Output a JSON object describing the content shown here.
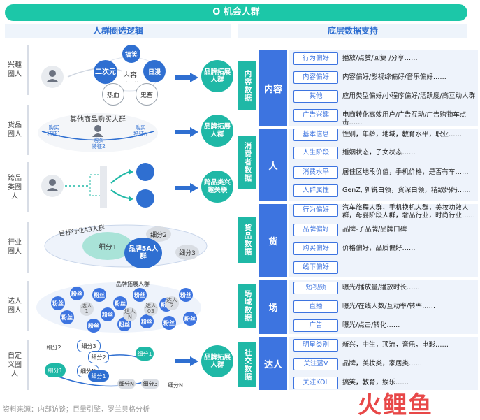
{
  "title": "O 机会人群",
  "left_header": "人群圈选逻辑",
  "right_header": "底层数据支持",
  "rows": [
    {
      "label": "兴趣圈人",
      "result": "品牌拓展人群"
    },
    {
      "label": "货品圈人",
      "result": "品牌拓展人群"
    },
    {
      "label": "跨品类圈人",
      "result": "跨品类兴趣关联"
    },
    {
      "label": "行业圈人"
    },
    {
      "label": "达人圈人"
    },
    {
      "label": "自定义圈人",
      "result": "品牌拓展人群"
    }
  ],
  "interest": {
    "bubbles": [
      "二次元",
      "搞笑",
      "日漫",
      "热血",
      "鬼畜"
    ],
    "center": "内容",
    "dots": "……"
  },
  "goods": {
    "caption": "其他商品购买人群",
    "features": [
      "购买特征1",
      "购买特征2",
      "购买特征n"
    ]
  },
  "industry": {
    "label": "目标行业A3人群",
    "seg1": "细分1",
    "seg2": "细分2",
    "seg3": "细分3",
    "core": "品牌5A人群"
  },
  "kol": {
    "caption": "品牌拓展人群",
    "fan": "粉丝",
    "kols": [
      "达人1",
      "达人N",
      "达人03",
      "达人2"
    ]
  },
  "custom": {
    "segments": [
      "细分2",
      "细分3",
      "细分1",
      "细分N",
      "细分1",
      "细分2",
      "细分1",
      "细分N",
      "细分3",
      "细分N"
    ]
  },
  "categories": [
    {
      "name": "内容数据",
      "key": "内容",
      "items": [
        {
          "tag": "行为偏好",
          "desc": "播放/点赞/回复 /分享……"
        },
        {
          "tag": "内容偏好",
          "desc": "内容偏好/影视综偏好/音乐偏好……"
        },
        {
          "tag": "其他",
          "desc": "应用类型偏好/小程序偏好/活跃度/高互动人群"
        },
        {
          "tag": "广告兴趣",
          "desc": "电商转化高效用户/广告互动/广告购物车点击……"
        }
      ]
    },
    {
      "name": "消费者数据",
      "key": "人",
      "items": [
        {
          "tag": "基本信息",
          "desc": "性别，年龄，地域，教育水平，职业……"
        },
        {
          "tag": "人生阶段",
          "desc": "婚姻状态，子女状态……"
        },
        {
          "tag": "消费水平",
          "desc": "居住区地段价值，手机价格，是否有车……"
        },
        {
          "tag": "人群属性",
          "desc": "GenZ, 新锐白领，资深白领，精致妈妈……"
        }
      ]
    },
    {
      "name": "货品数据",
      "key": "货",
      "items": [
        {
          "tag": "行为偏好",
          "desc": "汽车旅程人群，手机换机人群，美妆功效人群，母婴阶段人群，奢品行业，时尚行业……"
        },
        {
          "tag": "品牌偏好",
          "desc": "品牌-子品牌/品牌口碑"
        },
        {
          "tag": "购买偏好",
          "desc": "价格偏好，品质偏好……"
        },
        {
          "tag": "线下偏好",
          "desc": ""
        }
      ]
    },
    {
      "name": "场域数据",
      "key": "场",
      "items": [
        {
          "tag": "短视频",
          "desc": "曝光/播放量/播放时长……"
        },
        {
          "tag": "直播",
          "desc": "曝光/在线人数/互动率/转率……"
        },
        {
          "tag": "广告",
          "desc": "曝光/点击/转化……"
        }
      ]
    },
    {
      "name": "社交数据",
      "key": "达人",
      "items": [
        {
          "tag": "明星类别",
          "desc": "新兴，中生，顶流，音乐，电影……"
        },
        {
          "tag": "关注蓝V",
          "desc": "品牌，美妆类，家居类……"
        },
        {
          "tag": "关注KOL",
          "desc": "搞笑，教育，娱乐……"
        }
      ]
    }
  ],
  "source": "资料来源：内部访谈；巨量引擎，罗兰贝格分析",
  "brand": "火鲤鱼",
  "colors": {
    "teal": "#1fb8a6",
    "blue": "#3d74e0",
    "panel": "#eef3fb"
  }
}
